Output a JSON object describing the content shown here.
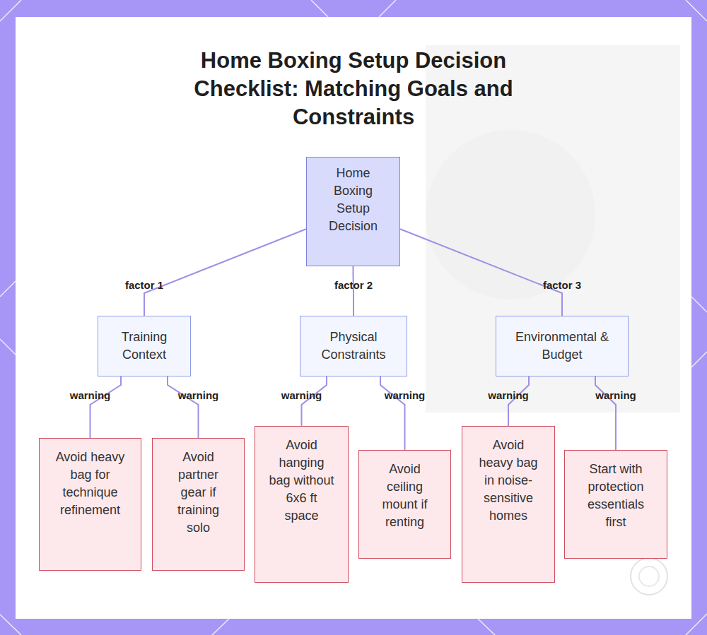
{
  "diagram": {
    "title": "Home Boxing Setup Decision Checklist: Matching Goals and Constraints",
    "nodes": [
      {
        "text": [
          "Home Boxing Setup Decision"
        ]
      },
      {
        "text": [
          "Training Context"
        ]
      },
      {
        "text": [
          "Physical Constraints"
        ]
      },
      {
        "text": [
          "Environmental & Budget"
        ]
      },
      {
        "text": [
          "Avoid heavy bag for technique refinement"
        ]
      },
      {
        "text": [
          "Avoid partner gear if training solo"
        ]
      },
      {
        "text": [
          "Avoid hanging bag without 6x6 ft space"
        ]
      },
      {
        "text": [
          "Avoid ceiling mount if renting"
        ]
      },
      {
        "text": [
          "Avoid heavy bag in noise-sensitive homes"
        ]
      },
      {
        "text": [
          "Start with protection essentials first"
        ]
      }
    ],
    "edges": [
      {
        "from": 0,
        "to": 1,
        "label": "factor 1",
        "arrow": "none"
      },
      {
        "from": 0,
        "to": 2,
        "label": "factor 2",
        "arrow": "none"
      },
      {
        "from": 0,
        "to": 3,
        "label": "factor 3",
        "arrow": "none"
      },
      {
        "from": 1,
        "to": 4,
        "label": "warning",
        "arrow": "none"
      },
      {
        "from": 1,
        "to": 5,
        "label": "warning",
        "arrow": "none"
      },
      {
        "from": 2,
        "to": 6,
        "label": "warning",
        "arrow": "none"
      },
      {
        "from": 2,
        "to": 7,
        "label": "warning",
        "arrow": "none"
      },
      {
        "from": 3,
        "to": 8,
        "label": "warning",
        "arrow": "none"
      },
      {
        "from": 3,
        "to": 9,
        "label": "warning",
        "arrow": "none"
      }
    ]
  }
}
